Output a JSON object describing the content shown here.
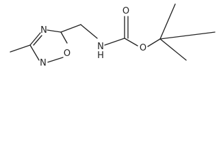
{
  "molecule": {
    "atoms": {
      "ring_nitrogen_top": "N",
      "ring_nitrogen_bottom": "N",
      "ring_oxygen": "O",
      "amide_nitrogen": "N",
      "amide_hydrogen": "H",
      "carbonyl_oxygen": "O",
      "ester_oxygen": "O"
    }
  }
}
